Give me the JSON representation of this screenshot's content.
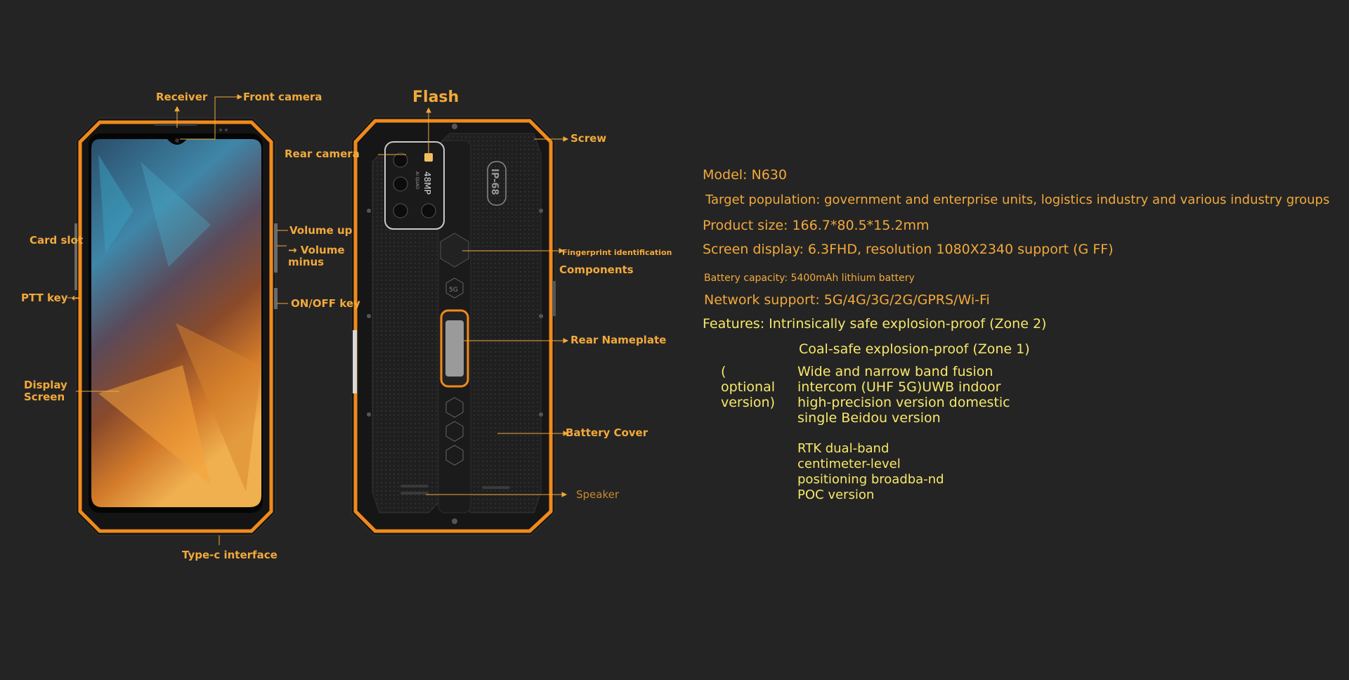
{
  "front_labels": {
    "receiver": "Receiver",
    "front_camera": "Front camera",
    "card_slot": "Card slot",
    "ptt_key": "PTT key ←",
    "display_screen": "Display Screen",
    "type_c": "Type-c interface",
    "volume_up": "Volume up",
    "volume_minus": "→ Volume minus",
    "on_off": "ON/OFF key"
  },
  "back_labels": {
    "flash": "Flash",
    "rear_camera": "Rear camera",
    "screw": "Screw",
    "fingerprint": "Fingerprint identification",
    "components": "Components",
    "rear_nameplate": "Rear Nameplate",
    "battery_cover": "Battery Cover",
    "speaker": "Speaker",
    "camera_text": "48MP",
    "camera_sub": "AI QUAD",
    "ip_badge": "IP-68",
    "badge_5g": "5G"
  },
  "specs": {
    "model": "Model: N630",
    "target": "Target population: government and enterprise units, logistics industry and various industry groups",
    "size": "Product size: 166.7*80.5*15.2mm",
    "screen": "Screen display: 6.3FHD, resolution 1080X2340 support (G FF)",
    "battery": "Battery capacity: 5400mAh lithium battery",
    "network": "Network support: 5G/4G/3G/2G/GPRS/Wi-Fi",
    "features": "Features: Intrinsically safe explosion-proof (Zone 2)",
    "coal": "Coal-safe explosion-proof (Zone 1)",
    "optional": "( optional version)",
    "wide": "Wide and narrow band fusion intercom (UHF 5G)UWB indoor high-precision version domestic single Beidou version",
    "rtk": "RTK dual-band centimeter-level positioning broadba-nd POC version"
  },
  "colors": {
    "accent": "#f2a93b",
    "yellow": "#f7e86a",
    "background": "#242424"
  }
}
